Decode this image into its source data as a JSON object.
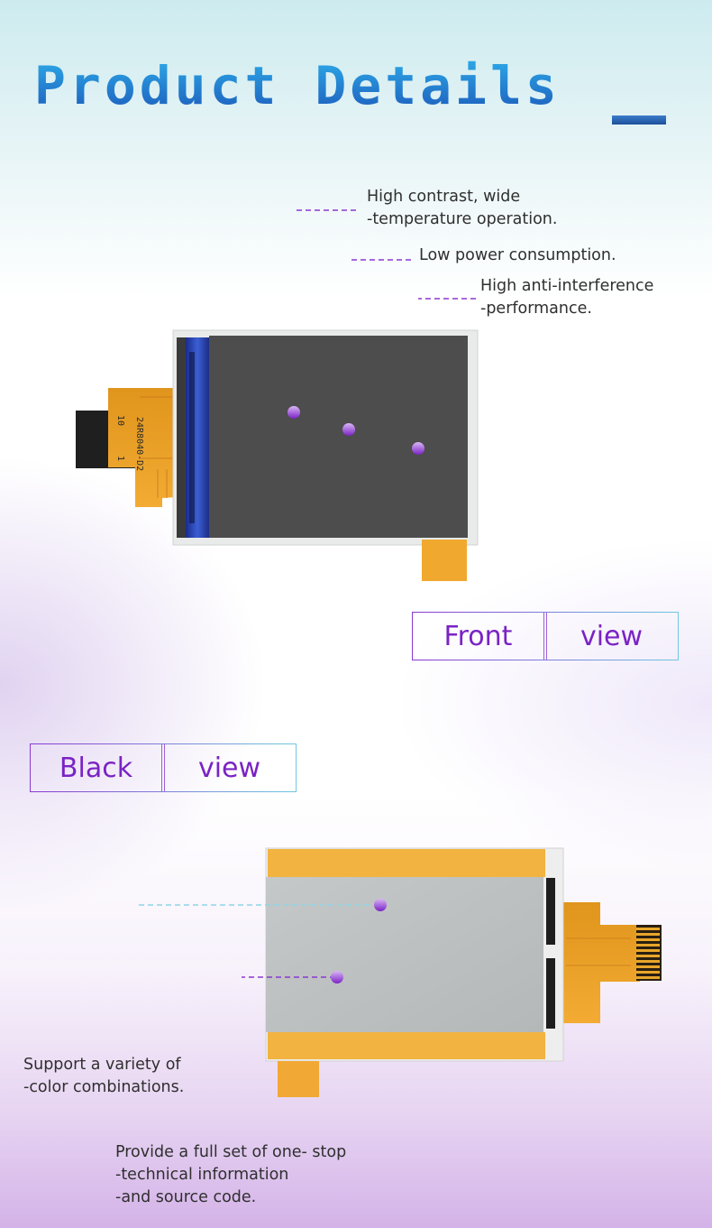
{
  "title": "Product Details",
  "front_callouts": [
    {
      "line1": "High contrast, wide",
      "line2": "-temperature operation."
    },
    {
      "line1": "Low power consumption.",
      "line2": ""
    },
    {
      "line1": "High anti-interference",
      "line2": "-performance."
    }
  ],
  "front_view": {
    "left": "Front",
    "right": "view"
  },
  "back_view": {
    "left": "Black",
    "right": "view"
  },
  "fpc_labels": {
    "pin_10": "10",
    "part_number": "24R8040-D2",
    "pin_1": "1"
  },
  "back_callouts": [
    {
      "line1": "Support a variety of",
      "line2": "-color combinations.",
      "line3": ""
    },
    {
      "line1": "Provide a full set of one- stop",
      "line2": "-technical information",
      "line3": "-and source code."
    }
  ],
  "colors": {
    "accent_purple": "#7a23c4",
    "title_blue": "#1d5fbe",
    "callout_line": "#8a38d0",
    "cyan_line": "#7fd0e0"
  }
}
